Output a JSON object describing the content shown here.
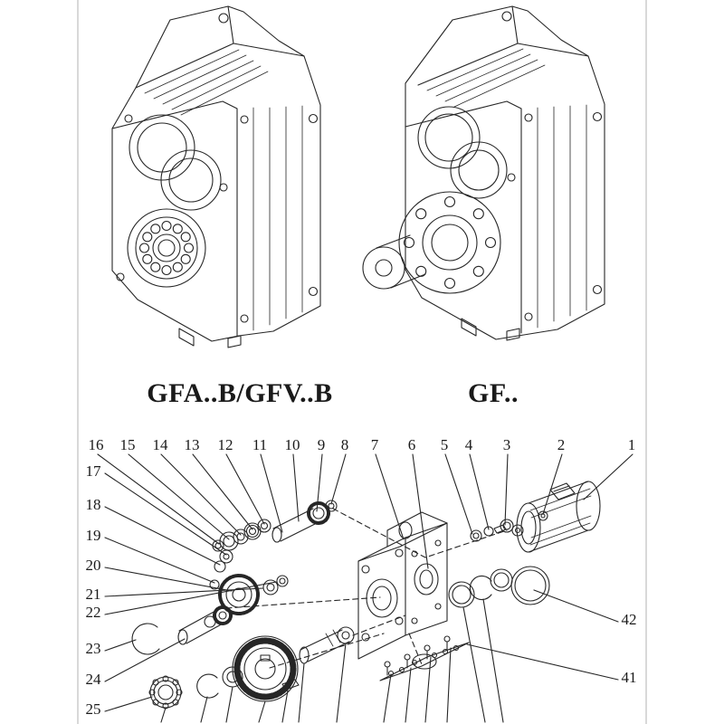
{
  "models": {
    "left_label": "GFA..B/GFV..B",
    "right_label": "GF.."
  },
  "exploded": {
    "callouts_top": [
      "16",
      "15",
      "14",
      "13",
      "12",
      "11",
      "10",
      "9",
      "8",
      "7",
      "6",
      "5",
      "4",
      "3",
      "2",
      "1"
    ],
    "callouts_left": [
      "17",
      "18",
      "19",
      "20",
      "21",
      "22",
      "23",
      "24",
      "25"
    ],
    "callouts_right": [
      "42",
      "41"
    ]
  },
  "colors": {
    "line": "#262626",
    "background": "#ffffff"
  }
}
